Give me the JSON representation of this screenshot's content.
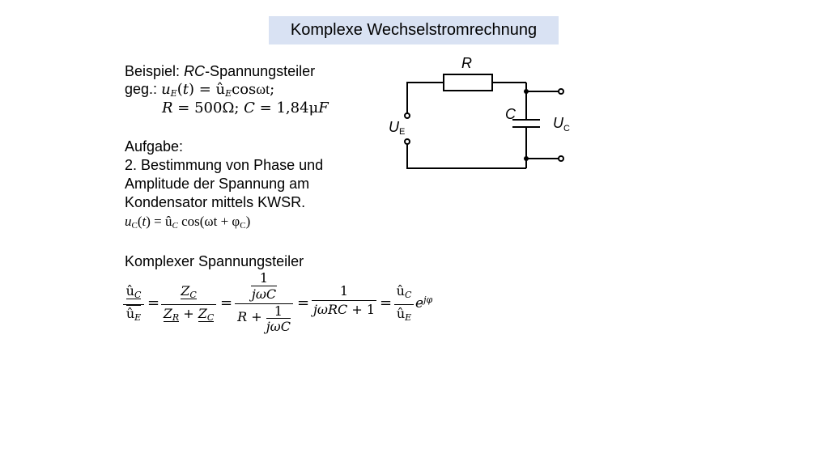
{
  "title": "Komplexe Wechselstromrechnung",
  "example": {
    "label": "Beispiel:",
    "topic_italic": "RC",
    "topic_rest": "-Spannungsteiler",
    "given_label": "geg.:",
    "given_line1_expr": "u_E(t) = û_E cosωt;",
    "given_line2_expr": "R = 500Ω; C = 1,84μF"
  },
  "task": {
    "heading": "Aufgabe:",
    "lines": [
      "2. Bestimmung von Phase und",
      "Amplitude der Spannung am",
      "Kondensator mittels KWSR."
    ],
    "formula": "u_C(t) = û_C cos(ωt + φ_C)"
  },
  "divider": {
    "heading": "Komplexer Spannungsteiler",
    "equation": "û_C / û_E = Z_C / (Z_R + Z_C) = (1/jωC) / (R + 1/jωC) = 1 / (jωRC + 1) = (û_C / û_E) e^{jφ}"
  },
  "circuit": {
    "resistor_label": "R",
    "capacitor_label": "C",
    "input_label": "U",
    "input_sub": "E",
    "output_label": "U",
    "output_sub": "C"
  }
}
